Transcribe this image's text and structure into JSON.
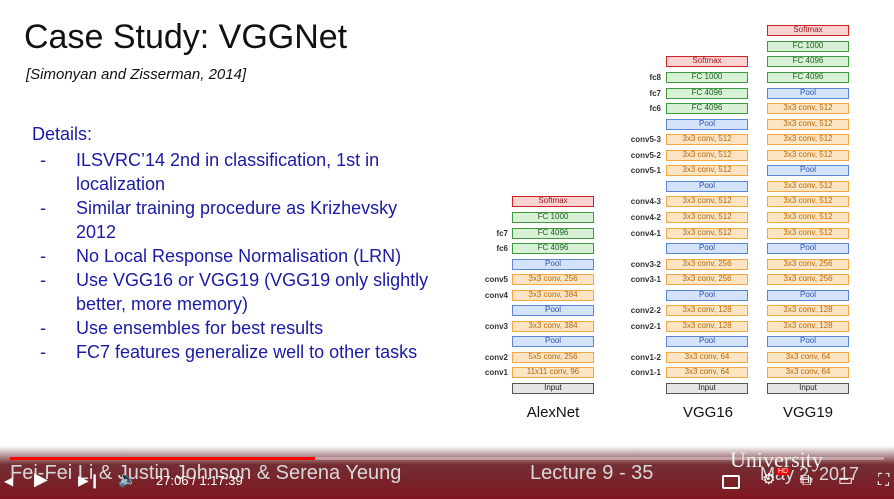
{
  "slide": {
    "title": "Case Study: VGGNet",
    "citation": "[Simonyan and Zisserman, 2014]",
    "details_heading": "Details:",
    "bullets": [
      "ILSVRC’14 2nd in classification, 1st in localization",
      "Similar training procedure as Krizhevsky 2012",
      "No Local Response Normalisation (LRN)",
      "Use VGG16 or VGG19 (VGG19 only slightly better, more memory)",
      "Use ensembles for best results",
      "FC7 features generalize well to other tasks"
    ],
    "alexnet": {
      "name": "AlexNet",
      "layers": [
        {
          "text": "Softmax",
          "kind": "softmax"
        },
        {
          "text": "FC 1000",
          "kind": "fc"
        },
        {
          "text": "FC 4096",
          "kind": "fc",
          "label": "fc7"
        },
        {
          "text": "FC 4096",
          "kind": "fc",
          "label": "fc6"
        },
        {
          "text": "Pool",
          "kind": "pool"
        },
        {
          "text": "3x3 conv, 256",
          "kind": "conv",
          "label": "conv5"
        },
        {
          "text": "3x3 conv, 384",
          "kind": "conv",
          "label": "conv4"
        },
        {
          "text": "Pool",
          "kind": "pool"
        },
        {
          "text": "3x3 conv, 384",
          "kind": "conv",
          "label": "conv3"
        },
        {
          "text": "Pool",
          "kind": "pool"
        },
        {
          "text": "5x5 conv, 256",
          "kind": "conv",
          "label": "conv2"
        },
        {
          "text": "11x11 conv, 96",
          "kind": "conv",
          "label": "conv1"
        },
        {
          "text": "Input",
          "kind": "input"
        }
      ]
    },
    "vgg16": {
      "name": "VGG16",
      "layers": [
        {
          "text": "Softmax",
          "kind": "softmax"
        },
        {
          "text": "FC 1000",
          "kind": "fc",
          "label": "fc8"
        },
        {
          "text": "FC 4096",
          "kind": "fc",
          "label": "fc7"
        },
        {
          "text": "FC 4096",
          "kind": "fc",
          "label": "fc6"
        },
        {
          "text": "Pool",
          "kind": "pool"
        },
        {
          "text": "3x3 conv, 512",
          "kind": "conv",
          "label": "conv5-3"
        },
        {
          "text": "3x3 conv, 512",
          "kind": "conv",
          "label": "conv5-2"
        },
        {
          "text": "3x3 conv, 512",
          "kind": "conv",
          "label": "conv5-1"
        },
        {
          "text": "Pool",
          "kind": "pool"
        },
        {
          "text": "3x3 conv, 512",
          "kind": "conv",
          "label": "conv4-3"
        },
        {
          "text": "3x3 conv, 512",
          "kind": "conv",
          "label": "conv4-2"
        },
        {
          "text": "3x3 conv, 512",
          "kind": "conv",
          "label": "conv4-1"
        },
        {
          "text": "Pool",
          "kind": "pool"
        },
        {
          "text": "3x3 conv, 256",
          "kind": "conv",
          "label": "conv3-2"
        },
        {
          "text": "3x3 conv, 256",
          "kind": "conv",
          "label": "conv3-1"
        },
        {
          "text": "Pool",
          "kind": "pool"
        },
        {
          "text": "3x3 conv, 128",
          "kind": "conv",
          "label": "conv2-2"
        },
        {
          "text": "3x3 conv, 128",
          "kind": "conv",
          "label": "conv2-1"
        },
        {
          "text": "Pool",
          "kind": "pool"
        },
        {
          "text": "3x3 conv, 64",
          "kind": "conv",
          "label": "conv1-2"
        },
        {
          "text": "3x3 conv, 64",
          "kind": "conv",
          "label": "conv1-1"
        },
        {
          "text": "Input",
          "kind": "input"
        }
      ]
    },
    "vgg19": {
      "name": "VGG19",
      "layers": [
        {
          "text": "Softmax",
          "kind": "softmax"
        },
        {
          "text": "FC 1000",
          "kind": "fc"
        },
        {
          "text": "FC 4096",
          "kind": "fc"
        },
        {
          "text": "FC 4096",
          "kind": "fc"
        },
        {
          "text": "Pool",
          "kind": "pool"
        },
        {
          "text": "3x3 conv, 512",
          "kind": "conv"
        },
        {
          "text": "3x3 conv, 512",
          "kind": "conv"
        },
        {
          "text": "3x3 conv, 512",
          "kind": "conv"
        },
        {
          "text": "3x3 conv, 512",
          "kind": "conv"
        },
        {
          "text": "Pool",
          "kind": "pool"
        },
        {
          "text": "3x3 conv, 512",
          "kind": "conv"
        },
        {
          "text": "3x3 conv, 512",
          "kind": "conv"
        },
        {
          "text": "3x3 conv, 512",
          "kind": "conv"
        },
        {
          "text": "3x3 conv, 512",
          "kind": "conv"
        },
        {
          "text": "Pool",
          "kind": "pool"
        },
        {
          "text": "3x3 conv, 256",
          "kind": "conv"
        },
        {
          "text": "3x3 conv, 256",
          "kind": "conv"
        },
        {
          "text": "Pool",
          "kind": "pool"
        },
        {
          "text": "3x3 conv, 128",
          "kind": "conv"
        },
        {
          "text": "3x3 conv, 128",
          "kind": "conv"
        },
        {
          "text": "Pool",
          "kind": "pool"
        },
        {
          "text": "3x3 conv, 64",
          "kind": "conv"
        },
        {
          "text": "3x3 conv, 64",
          "kind": "conv"
        },
        {
          "text": "Input",
          "kind": "input"
        }
      ]
    },
    "footer_authors": "Fei-Fei Li & Justin Johnson & Serena Yeung",
    "footer_lecture": "Lecture 9 - 35",
    "footer_date": "May 2, 2017",
    "watermark": "University"
  },
  "player": {
    "current_time": "27:06",
    "duration": "1:17:39",
    "progress": 0.349,
    "play_icon": "play-icon",
    "next_icon": "next-icon",
    "volume_icon": "volume-icon",
    "hd_badge": "HD"
  }
}
